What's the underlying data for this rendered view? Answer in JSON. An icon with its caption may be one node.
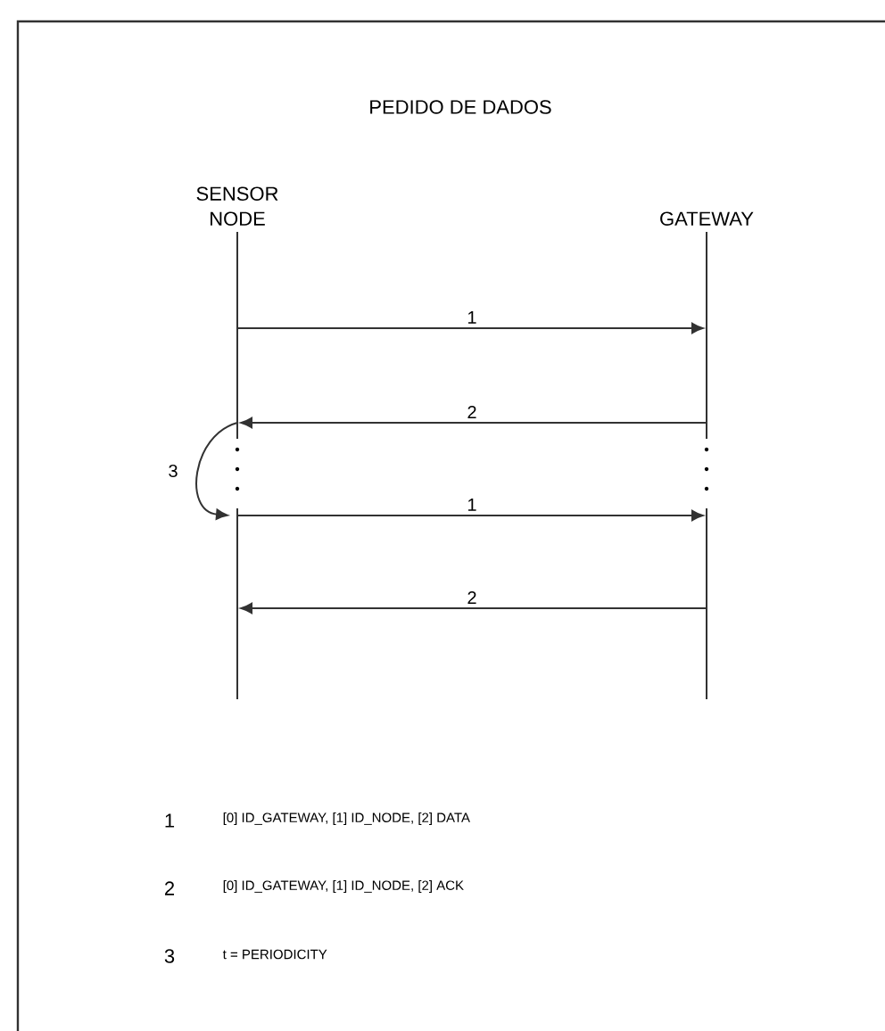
{
  "diagram": {
    "title": "PEDIDO DE DADOS",
    "nodes": [
      {
        "text": [],
        "shape": "line"
      },
      {
        "text": [],
        "shape": "line"
      }
    ],
    "edges": [
      {
        "from": 0,
        "to": 1,
        "arrow": "to",
        "label": "1"
      },
      {
        "from": 1,
        "to": 0,
        "arrow": "to",
        "label": "2"
      },
      {
        "from": 0,
        "to": 0,
        "arrow": "to",
        "label": "3"
      },
      {
        "from": 0,
        "to": 1,
        "arrow": "to",
        "label": "1"
      },
      {
        "from": 1,
        "to": 0,
        "arrow": "to",
        "label": "2"
      }
    ],
    "labels": [
      "SENSOR NODE",
      "GATEWAY",
      "1",
      "[0] ID_GATEWAY, [1] ID_NODE, [2] DATA",
      "2",
      "[0] ID_GATEWAY, [1] ID_NODE, [2] ACK",
      "3",
      "t = PERIODICITY"
    ]
  }
}
